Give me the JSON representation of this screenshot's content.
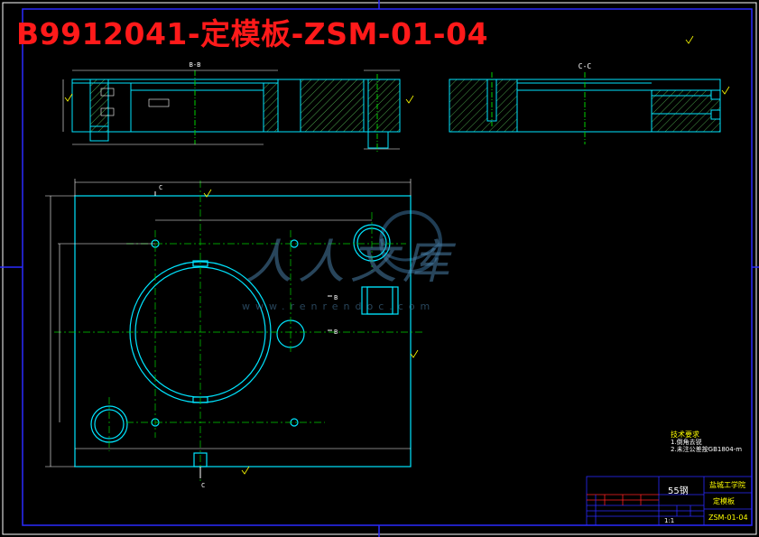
{
  "drawing": {
    "title": "B9912041-定模板-ZSM-01-04",
    "watermark": "人人文库",
    "watermark_url": "www.renrendoc.com"
  },
  "views": {
    "section_bb_label": "B-B",
    "section_cc_label": "C-C",
    "cut_labels": {
      "c_top": "C",
      "c_bottom": "C",
      "b_upper": "B",
      "b_lower": "B"
    }
  },
  "technical_notes": {
    "title": "技术要求",
    "line1": "1.倒角去锐",
    "line2": "2.未注公差按GB1804-m"
  },
  "title_block": {
    "material": "55钢",
    "school": "盐城工学院",
    "part_name": "定模板",
    "drawing_number": "ZSM-01-04",
    "scale_row": "1:1"
  },
  "colors": {
    "outline": "#00e5ff",
    "frame": "#2a2aff",
    "centerline": "#00d000",
    "dimension": "#ffffff",
    "title": "#ff1a1a",
    "hatch": "#4aa04a"
  }
}
